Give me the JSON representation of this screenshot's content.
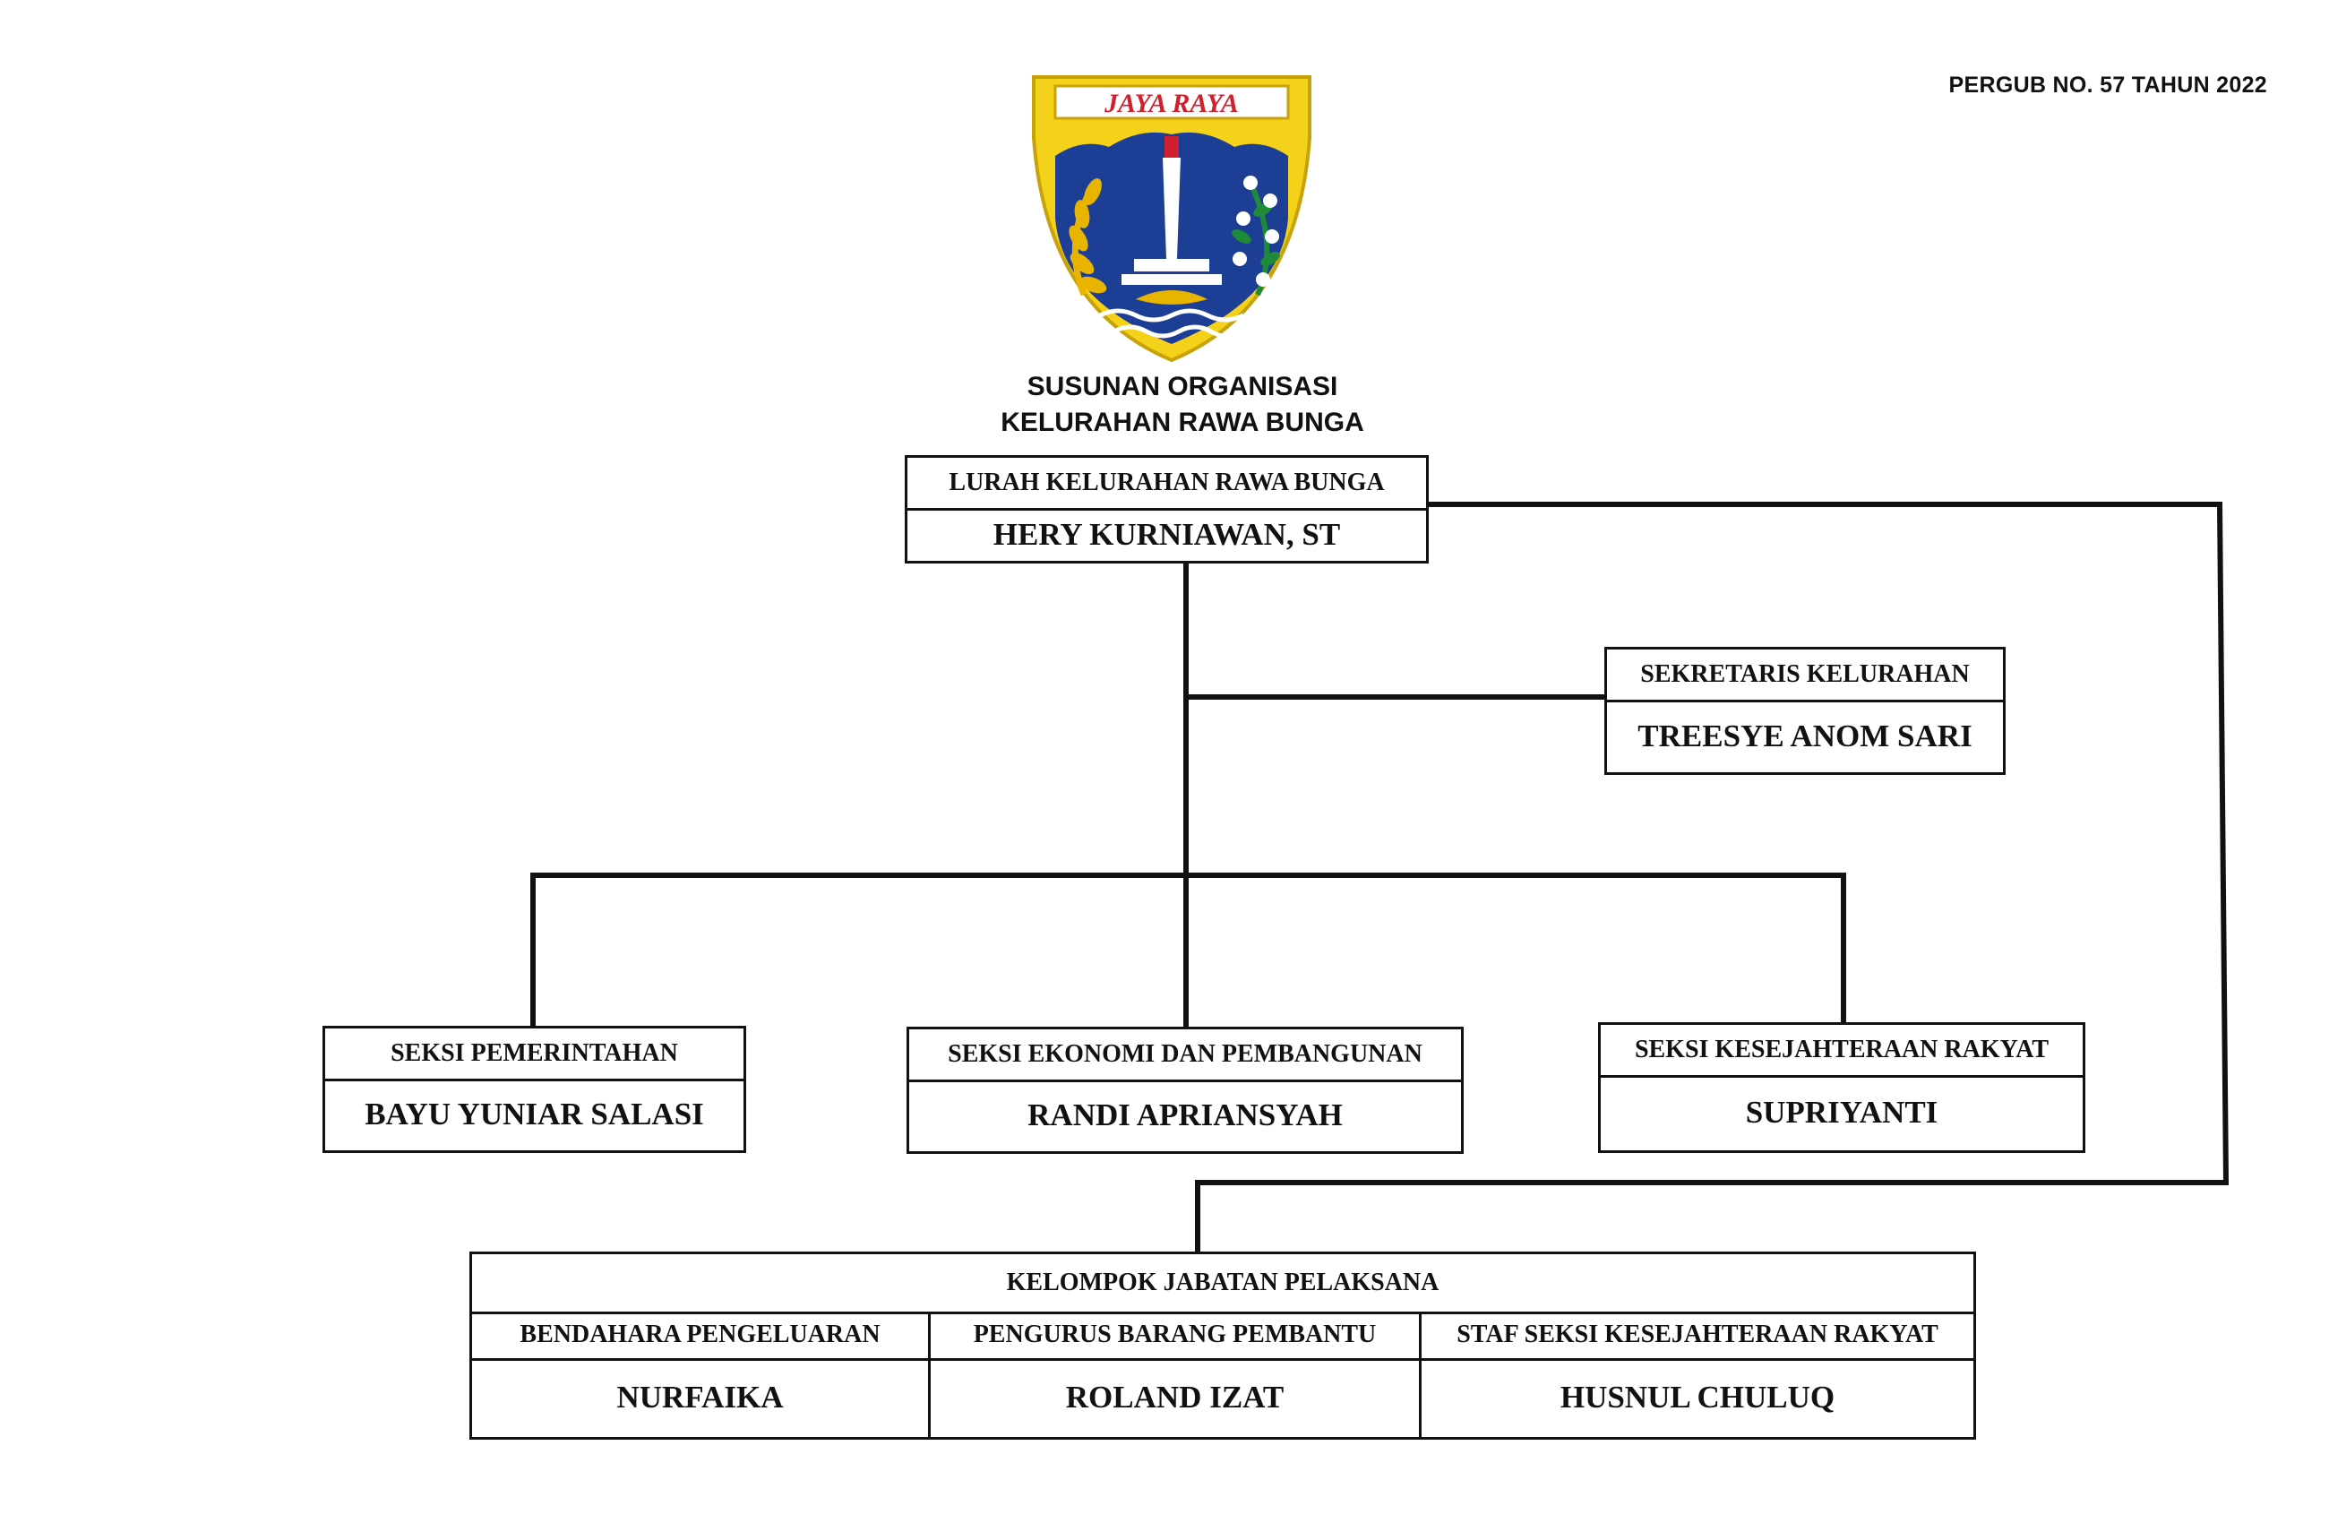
{
  "header": {
    "regulation": "PERGUB NO. 57 TAHUN 2022",
    "emblem_text": "JAYA  RAYA",
    "emblem_icon": "jakarta-coat-of-arms",
    "title_line1": "SUSUNAN ORGANISASI",
    "title_line2": "KELURAHAN RAWA BUNGA"
  },
  "lurah": {
    "role": "LURAH KELURAHAN RAWA BUNGA",
    "name": "HERY KURNIAWAN, ST"
  },
  "sekretaris": {
    "role": "SEKRETARIS KELURAHAN",
    "name": "TREESYE ANOM SARI"
  },
  "seksi": [
    {
      "role": "SEKSI PEMERINTAHAN",
      "name": "BAYU YUNIAR SALASI"
    },
    {
      "role": "SEKSI EKONOMI DAN PEMBANGUNAN",
      "name": "RANDI APRIANSYAH"
    },
    {
      "role": "SEKSI KESEJAHTERAAN RAKYAT",
      "name": "SUPRIYANTI"
    }
  ],
  "kelompok": {
    "title": "KELOMPOK JABATAN PELAKSANA",
    "members": [
      {
        "role": "BENDAHARA PENGELUARAN",
        "name": "NURFAIKA"
      },
      {
        "role": "PENGURUS BARANG PEMBANTU",
        "name": "ROLAND IZAT"
      },
      {
        "role": "STAF SEKSI KESEJAHTERAAN RAKYAT",
        "name": "HUSNUL CHULUQ"
      }
    ]
  },
  "colors": {
    "line": "#111111",
    "emblem_gold": "#F5D21A",
    "emblem_blue": "#1D3E95",
    "emblem_red": "#D0202E",
    "emblem_green": "#1E8A3A"
  }
}
